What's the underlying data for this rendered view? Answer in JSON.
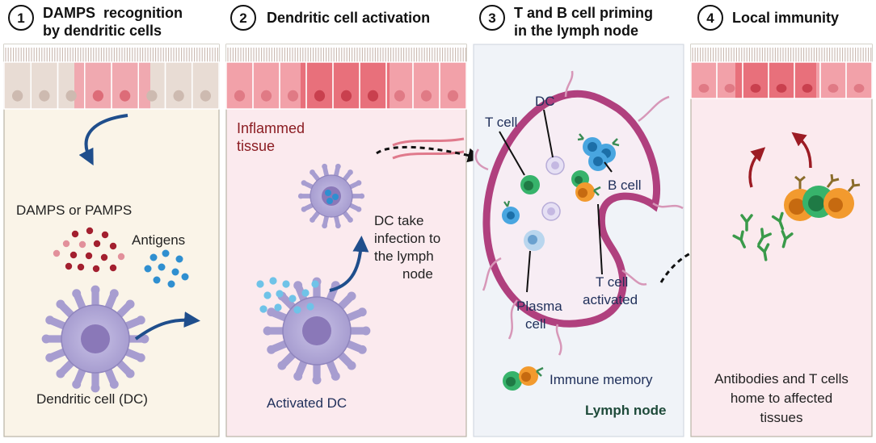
{
  "panels": [
    {
      "number": "1",
      "title_line1": "DAMPS  recognition",
      "title_line2": "by dendritic cells"
    },
    {
      "number": "2",
      "title_line1": "Dendritic cell activation",
      "title_line2": ""
    },
    {
      "number": "3",
      "title_line1": "T and B cell priming",
      "title_line2": "in the lymph node"
    },
    {
      "number": "4",
      "title_line1": "Local immunity",
      "title_line2": ""
    }
  ],
  "panel1": {
    "damps_label": "DAMPS or PAMPS",
    "antigens_label": "Antigens",
    "dc_label": "Dendritic cell (DC)"
  },
  "panel2": {
    "inflamed_line1": "Inflammed",
    "inflamed_line2": "tissue",
    "dc_take": [
      "DC take",
      "infection to",
      "the lymph",
      "node"
    ],
    "activated_dc_label": "Activated DC"
  },
  "panel3": {
    "dc_label": "DC",
    "t_cell_label": "T cell",
    "b_cell_label": "B cell",
    "t_cell_activated_line1": "T cell",
    "t_cell_activated_line2": "activated",
    "plasma_line1": "Plasma",
    "plasma_line2": "cell",
    "immune_memory_label": "Immune memory",
    "lymph_node_label": "Lymph node"
  },
  "panel4": {
    "caption": [
      "Antibodies and T cells",
      "home to affected",
      "tissues"
    ]
  },
  "colors": {
    "panel1_bg": "#faf4e8",
    "panel2_bg": "#fbeaee",
    "panel3_bg": "#f0f3f8",
    "panel4_bg": "#fbeaee",
    "arrow_blue": "#1f4e8c",
    "arrow_red": "#9c1c24",
    "inflamed_text": "#8b1c22",
    "dc_purple": "#a99fd2",
    "lymph_magenta": "#b0407e",
    "lymph_node_text": "#1e4a3a"
  }
}
